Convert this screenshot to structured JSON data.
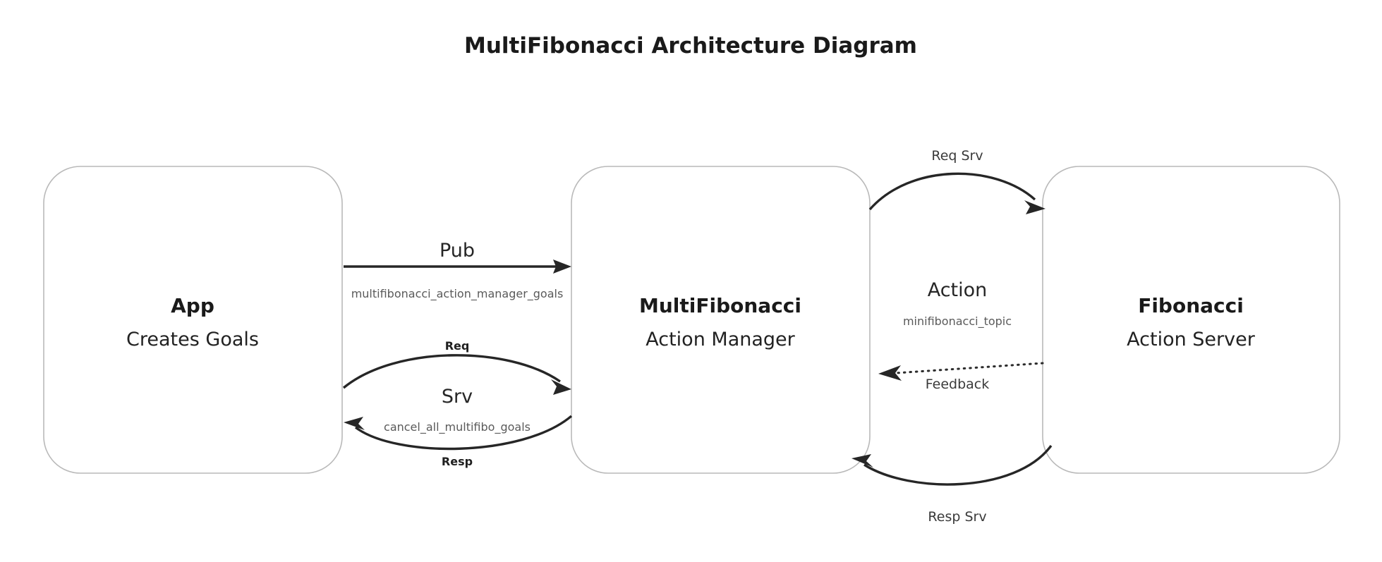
{
  "title": "MultiFibonacci Architecture Diagram",
  "colors": {
    "background": "#ffffff",
    "node_border": "#b9b9b9",
    "node_fill": "#ffffff",
    "edge": "#262626",
    "title_text": "#1a1a1a",
    "minor_label_text": "#5a5a5a"
  },
  "nodes": [
    {
      "id": "app",
      "title": "App",
      "subtitle": "Creates Goals"
    },
    {
      "id": "multifibonacci",
      "title": "MultiFibonacci",
      "subtitle": "Action Manager"
    },
    {
      "id": "fibonacci",
      "title": "Fibonacci",
      "subtitle": "Action Server"
    }
  ],
  "edges": [
    {
      "id": "pub",
      "from": "app",
      "to": "multifibonacci",
      "label": "Pub",
      "topic": "multifibonacci_action_manager_goals",
      "style": "solid"
    },
    {
      "id": "srv",
      "from": "app",
      "to": "multifibonacci",
      "label": "Srv",
      "topic": "cancel_all_multifibo_goals",
      "request_label": "Req",
      "response_label": "Resp",
      "style": "solid"
    },
    {
      "id": "action",
      "from": "multifibonacci",
      "to": "fibonacci",
      "label": "Action",
      "topic": "minifibonacci_topic",
      "request_label": "Req Srv",
      "response_label": "Resp Srv",
      "feedback_label": "Feedback",
      "style": "solid"
    }
  ],
  "chart_data": {
    "type": "diagram",
    "title": "MultiFibonacci Architecture Diagram",
    "nodes": [
      "App / Creates Goals",
      "MultiFibonacci / Action Manager",
      "Fibonacci / Action Server"
    ],
    "connections": [
      {
        "source": "App",
        "target": "MultiFibonacci",
        "kind": "Pub",
        "topic": "multifibonacci_action_manager_goals"
      },
      {
        "source": "App",
        "target": "MultiFibonacci",
        "kind": "Srv",
        "topic": "cancel_all_multifibo_goals",
        "parts": [
          "Req",
          "Resp"
        ]
      },
      {
        "source": "MultiFibonacci",
        "target": "Fibonacci",
        "kind": "Action",
        "topic": "minifibonacci_topic",
        "parts": [
          "Req Srv",
          "Resp Srv",
          "Feedback"
        ]
      }
    ]
  }
}
